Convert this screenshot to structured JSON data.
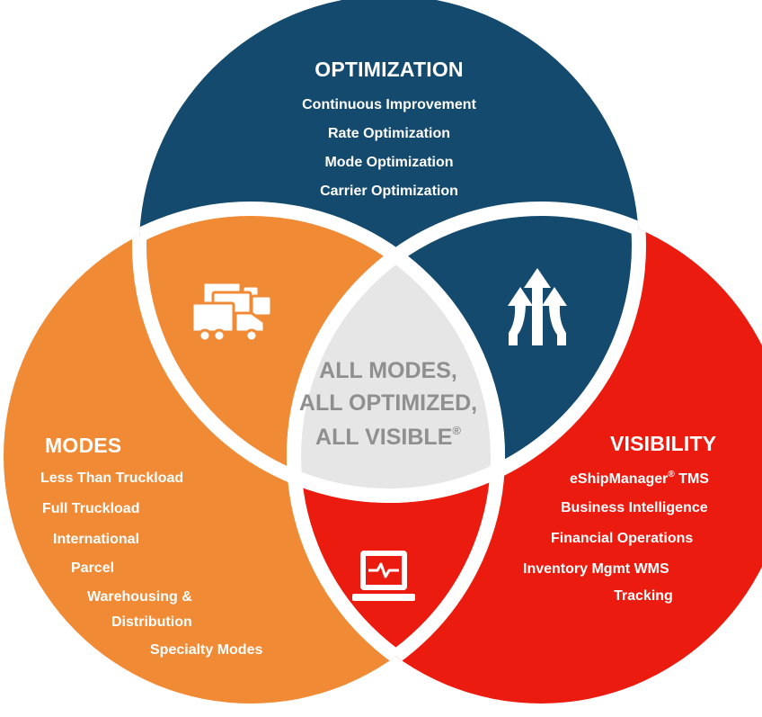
{
  "colors": {
    "optimization": "#144a6d",
    "modes": "#f08a34",
    "visibility": "#eb1c0f",
    "center": "#e6e6e6",
    "center_text": "#8f8f8f",
    "gap": "#ffffff"
  },
  "optimization": {
    "title": "OPTIMIZATION",
    "items": [
      "Continuous Improvement",
      "Rate Optimization",
      "Mode Optimization",
      "Carrier Optimization"
    ]
  },
  "modes": {
    "title": "MODES",
    "items": [
      "Less Than Truckload",
      "Full Truckload",
      "International",
      "Parcel",
      "Warehousing &",
      "Distribution",
      "Specialty Modes"
    ]
  },
  "visibility": {
    "title": "VISIBILITY",
    "items": [
      {
        "text": "eShipManager",
        "mark": "®",
        "suffix": " TMS"
      },
      {
        "text": "Business Intelligence"
      },
      {
        "text": "Financial Operations"
      },
      {
        "text": "Inventory Mgmt WMS"
      },
      {
        "text": "Tracking"
      }
    ]
  },
  "center": {
    "lines": [
      "ALL MODES,",
      "ALL OPTIMIZED,",
      "ALL VISIBLE"
    ],
    "mark": "®"
  },
  "icons": {
    "modes_optimization": "trucks-icon",
    "optimization_visibility": "merging-arrows-icon",
    "modes_visibility": "laptop-pulse-icon"
  }
}
